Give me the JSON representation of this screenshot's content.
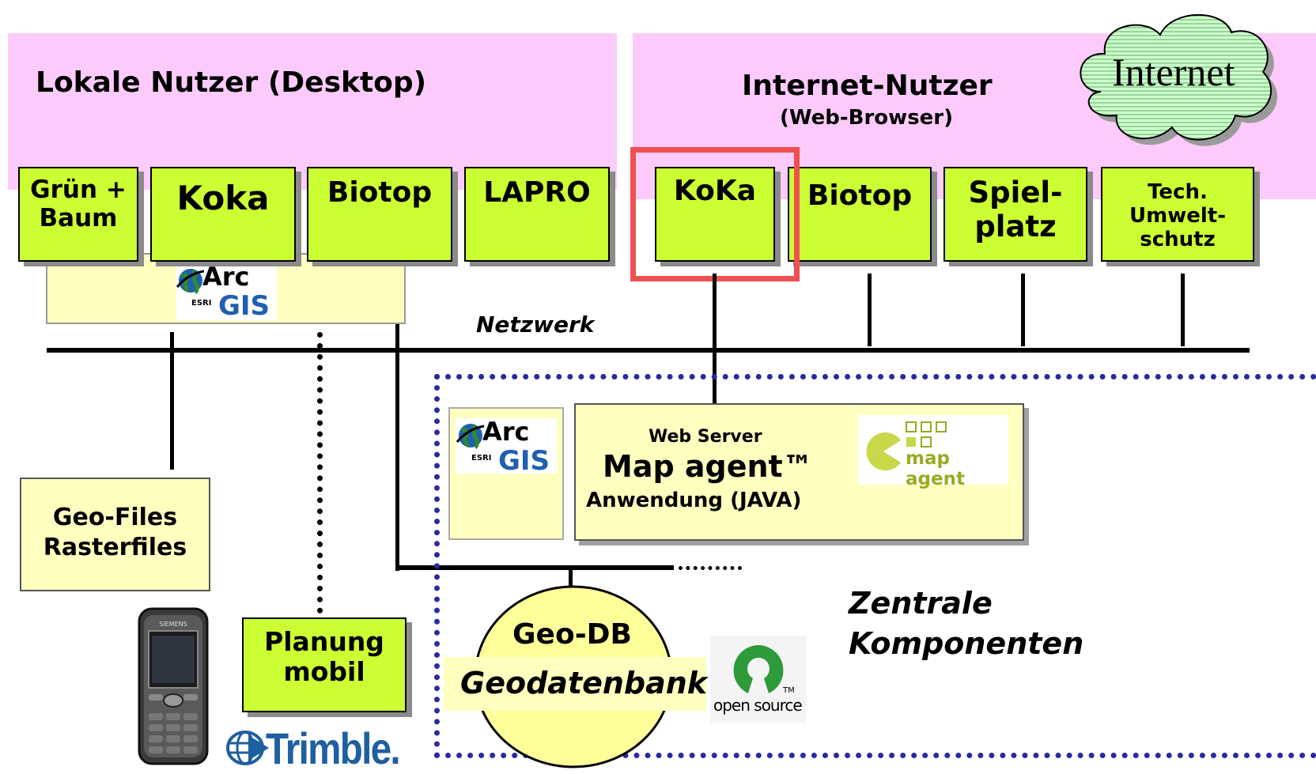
{
  "zones": {
    "local_title": "Lokale Nutzer (Desktop)",
    "internet_title": "Internet-Nutzer",
    "internet_subtitle": "(Web-Browser)",
    "internet_cloud_label": "Internet"
  },
  "local_apps": [
    {
      "label": "Grün +\nBaum"
    },
    {
      "label": "Koka"
    },
    {
      "label": "Biotop"
    },
    {
      "label": "LAPRO"
    }
  ],
  "web_apps": [
    {
      "label": "KoKa"
    },
    {
      "label": "Biotop"
    },
    {
      "label": "Spiel-\nplatz"
    },
    {
      "label": "Tech.\nUmwelt-\nschutz"
    }
  ],
  "arcgis_logo": {
    "arc": "Arc",
    "esri": "ESRI",
    "gis": "GIS"
  },
  "network_label": "Netzwerk",
  "geo_files": "Geo-Files\nRasterfiles",
  "planung_mobil": "Planung\nmobil",
  "trimble_label": "Trimble.",
  "phone_brand": "SIEMENS",
  "web_server": {
    "line1": "Web Server",
    "line2": "Map agent™",
    "line3": "Anwendung (JAVA)",
    "logo_text": "map agent"
  },
  "geo_db": {
    "title": "Geo-DB",
    "subtitle": "Geodatenbank"
  },
  "open_source": {
    "label": "open source",
    "tm": "TM"
  },
  "central_label": "Zentrale\nKomponenten",
  "colors": {
    "zone_pink": "#fccbfc",
    "app_green": "#ccff33",
    "file_yellow": "#ffffc0",
    "highlight_red": "#f05050",
    "dotted_blue": "#2a2aa0",
    "arcgis_blue": "#1f5fb0",
    "opensource_green": "#2e9a3a",
    "mapagent_green": "#9aaa22"
  }
}
